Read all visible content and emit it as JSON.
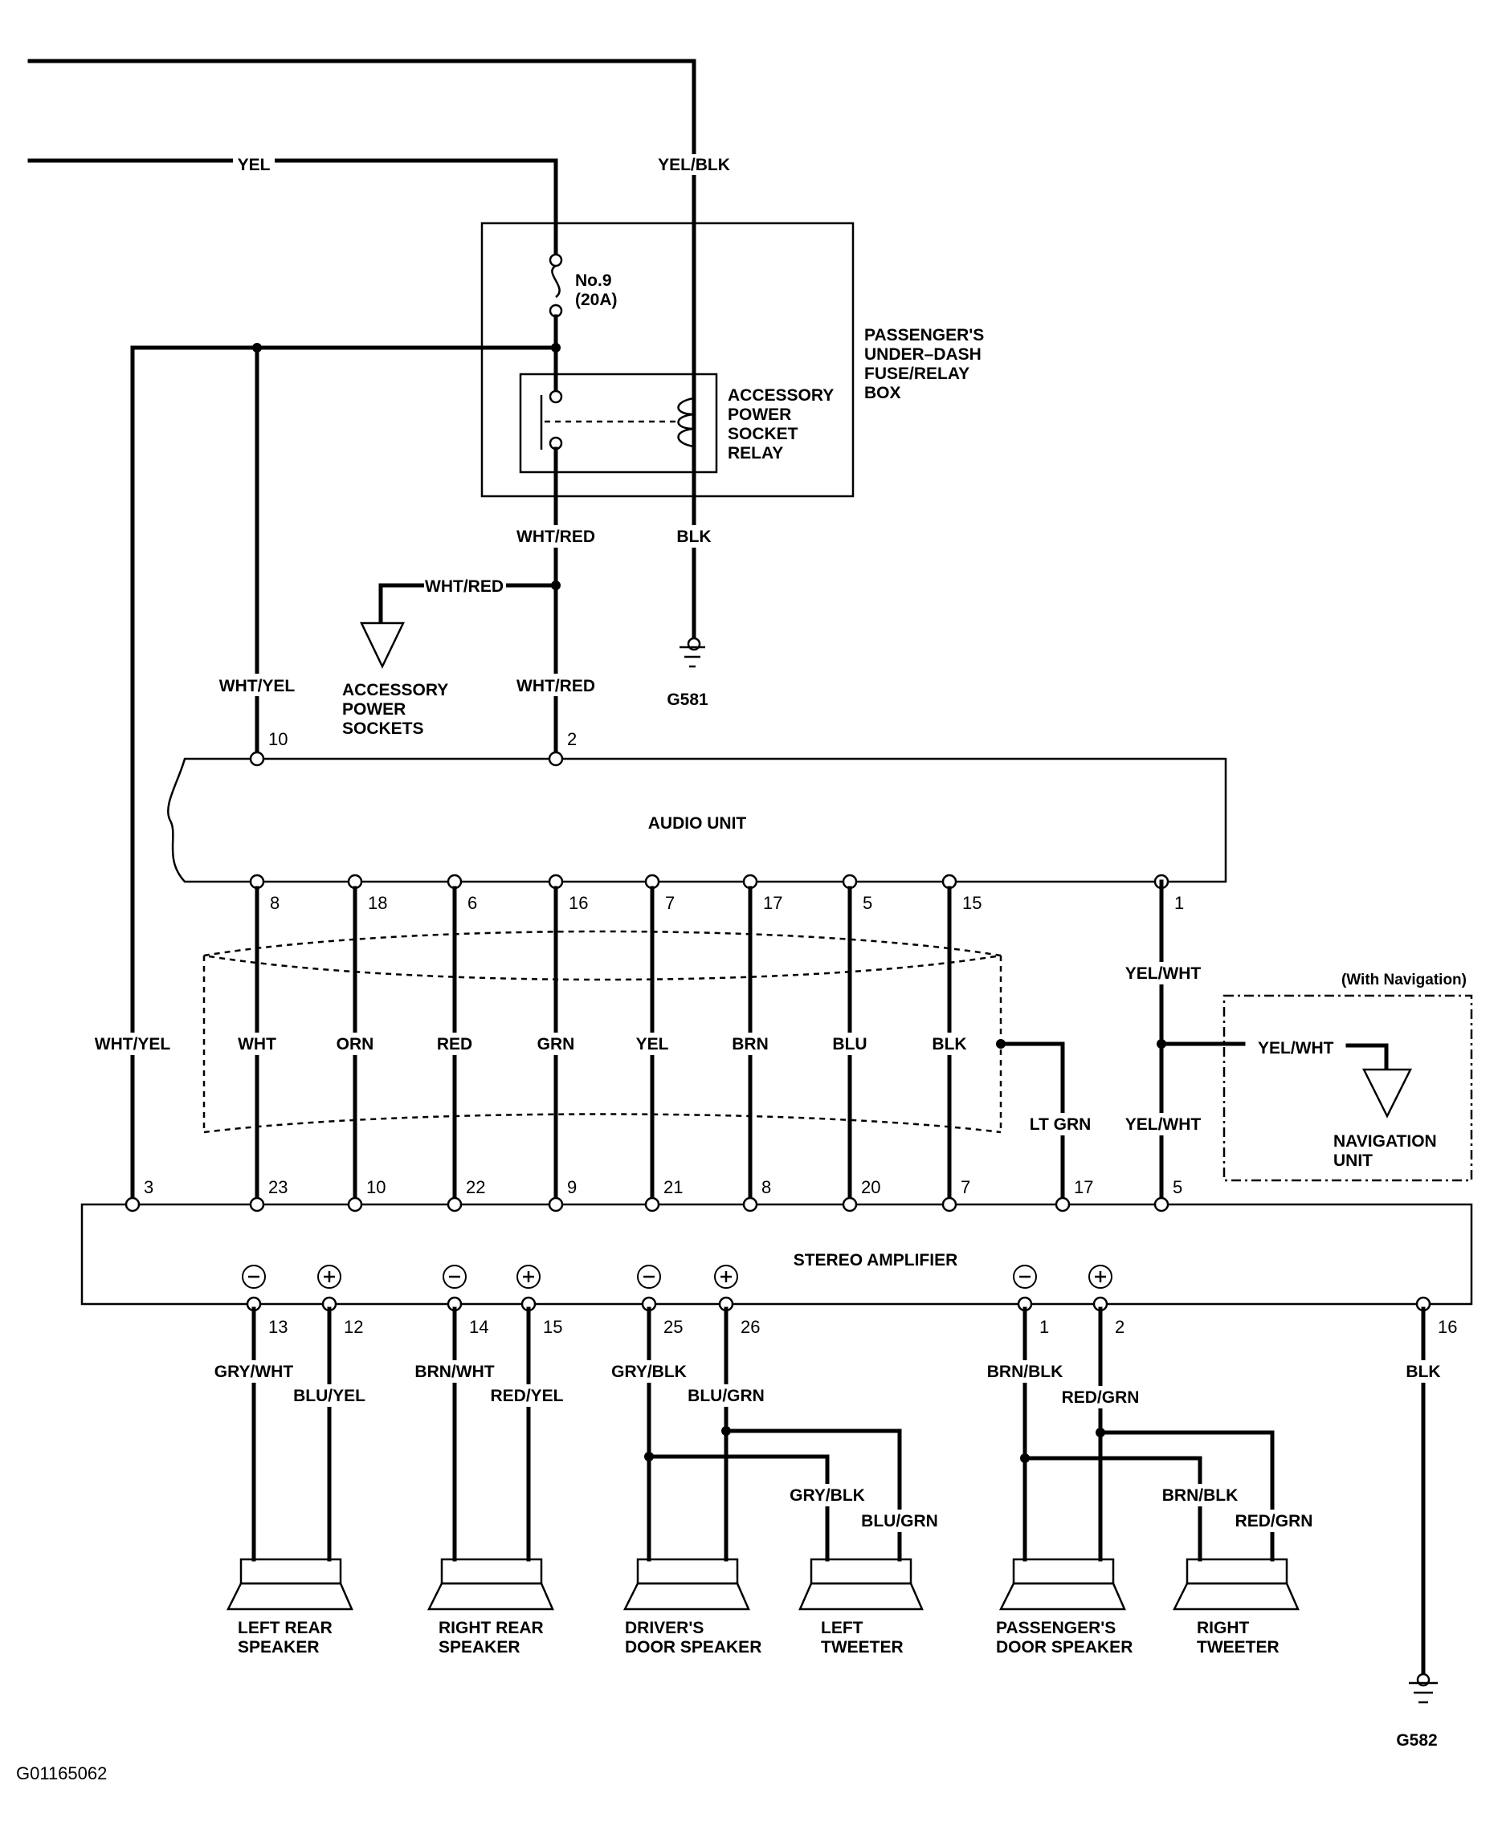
{
  "top_wires": {
    "yel": "YEL",
    "yel_blk": "YEL/BLK"
  },
  "fuse": {
    "name": "No.9",
    "rating": "(20A)"
  },
  "fuse_box": {
    "line1": "PASSENGER'S",
    "line2": "UNDER–DASH",
    "line3": "FUSE/RELAY",
    "line4": "BOX"
  },
  "relay": {
    "line1": "ACCESSORY",
    "line2": "POWER",
    "line3": "SOCKET",
    "line4": "RELAY"
  },
  "relay_wires": {
    "out": "WHT/RED",
    "ground": "BLK",
    "branch": "WHT/RED",
    "to_audio": "WHT/RED"
  },
  "grounds": {
    "g581": "G581",
    "g582": "G582"
  },
  "accessory_sockets": {
    "line1": "ACCESSORY",
    "line2": "POWER",
    "line3": "SOCKETS"
  },
  "audio_unit": {
    "title": "AUDIO UNIT",
    "in_wire": "WHT/YEL",
    "pin_10": "10",
    "pin_2": "2",
    "pins": [
      "8",
      "18",
      "6",
      "16",
      "7",
      "17",
      "5",
      "15",
      "1"
    ]
  },
  "shielded_wires": [
    "WHT",
    "ORN",
    "RED",
    "GRN",
    "YEL",
    "BRN",
    "BLU",
    "BLK"
  ],
  "shield_drain": "LT GRN",
  "nav_wire_upper": "YEL/WHT",
  "nav_wire_lower": "YEL/WHT",
  "navigation": {
    "note": "(With Navigation)",
    "wire": "YEL/WHT",
    "line1": "NAVIGATION",
    "line2": "UNIT"
  },
  "amp_feed": "WHT/YEL",
  "stereo_amplifier": {
    "title": "STEREO AMPLIFIER",
    "top_pins": [
      "3",
      "23",
      "10",
      "22",
      "9",
      "21",
      "8",
      "20",
      "7",
      "17",
      "5"
    ],
    "bottom_pins": [
      "13",
      "12",
      "14",
      "15",
      "25",
      "26",
      "1",
      "2",
      "16"
    ],
    "minus": "⊖",
    "plus": "⊕"
  },
  "speaker_wires": {
    "lr_neg": "GRY/WHT",
    "lr_pos": "BLU/YEL",
    "rr_neg": "BRN/WHT",
    "rr_pos": "RED/YEL",
    "dd_neg": "GRY/BLK",
    "dd_pos": "BLU/GRN",
    "lt_neg": "GRY/BLK",
    "lt_pos": "BLU/GRN",
    "pd_neg": "BRN/BLK",
    "pd_pos": "RED/GRN",
    "rt_neg": "BRN/BLK",
    "rt_pos": "RED/GRN",
    "ground": "BLK"
  },
  "speakers": {
    "left_rear": [
      "LEFT REAR",
      "SPEAKER"
    ],
    "right_rear": [
      "RIGHT REAR",
      "SPEAKER"
    ],
    "drivers_door": [
      "DRIVER'S",
      "DOOR SPEAKER"
    ],
    "left_tweeter": [
      "LEFT",
      "TWEETER"
    ],
    "passengers_door": [
      "PASSENGER'S",
      "DOOR SPEAKER"
    ],
    "right_tweeter": [
      "RIGHT",
      "TWEETER"
    ]
  },
  "figure_code": "G01165062"
}
